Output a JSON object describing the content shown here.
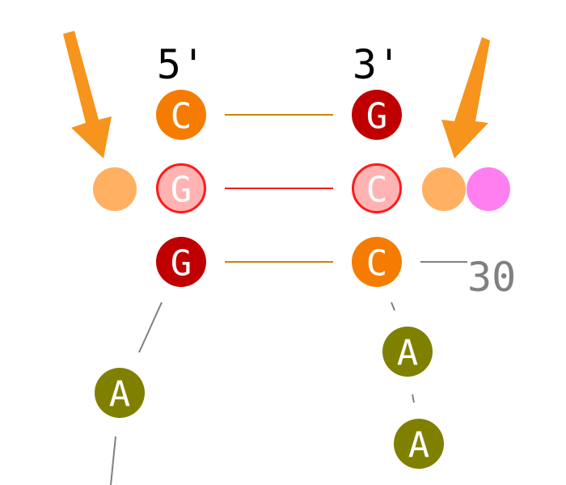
{
  "strand_ends": {
    "five_prime": "5'",
    "three_prime": "3'"
  },
  "position_label": "30",
  "colors": {
    "C": "#f57c00",
    "G": "#c00000",
    "A": "#808000",
    "highlight_fill": "#ffb3b3",
    "highlight_stroke": "#ff1a1a",
    "marker_orange": "#ffb060",
    "marker_pink": "#ff7ff0",
    "arrow": "#f7941d",
    "pair_GC": "#c8860a",
    "pair_highlight": "#ff1a1a",
    "backbone": "#808080"
  },
  "left_strand": [
    {
      "base": "C",
      "highlighted": false
    },
    {
      "base": "G",
      "highlighted": true
    },
    {
      "base": "G",
      "highlighted": false
    },
    {
      "base": "A",
      "highlighted": false
    }
  ],
  "right_strand": [
    {
      "base": "G",
      "highlighted": false
    },
    {
      "base": "C",
      "highlighted": true
    },
    {
      "base": "C",
      "highlighted": false
    },
    {
      "base": "A",
      "highlighted": false
    },
    {
      "base": "A",
      "highlighted": false
    }
  ],
  "pairs": [
    "C-G",
    "G-C",
    "G-C"
  ],
  "markers": {
    "left": [
      "orange"
    ],
    "right": [
      "orange",
      "pink"
    ]
  }
}
